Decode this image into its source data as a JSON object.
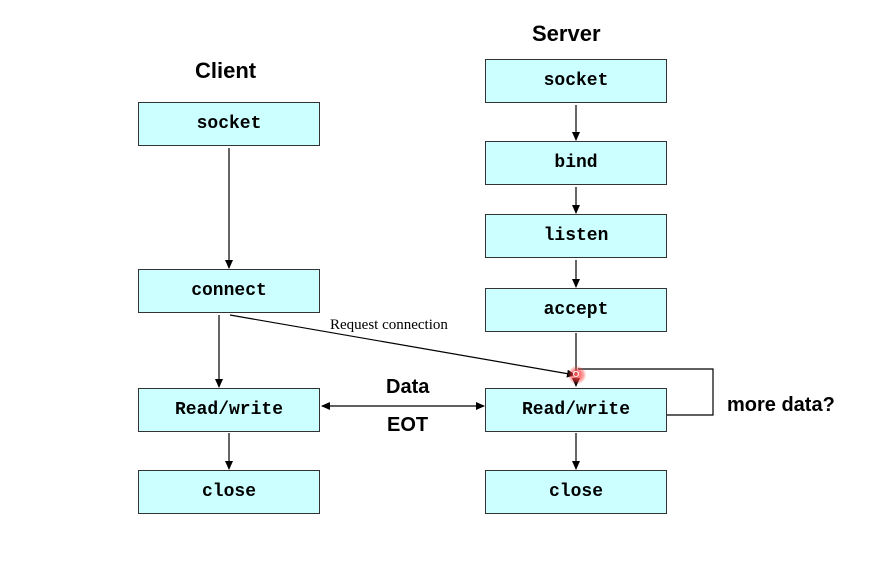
{
  "headings": {
    "client": "Client",
    "server": "Server"
  },
  "client_boxes": {
    "socket": "socket",
    "connect": "connect",
    "readwrite": "Read/write",
    "close": "close"
  },
  "server_boxes": {
    "socket": "socket",
    "bind": "bind",
    "listen": "listen",
    "accept": "accept",
    "readwrite": "Read/write",
    "close": "close"
  },
  "labels": {
    "request_connection": "Request connection",
    "data": "Data",
    "eot": "EOT",
    "more_data": "more data?"
  },
  "colors": {
    "box_fill": "#ccffff",
    "line": "#000000",
    "cursor": "#ff4040"
  }
}
